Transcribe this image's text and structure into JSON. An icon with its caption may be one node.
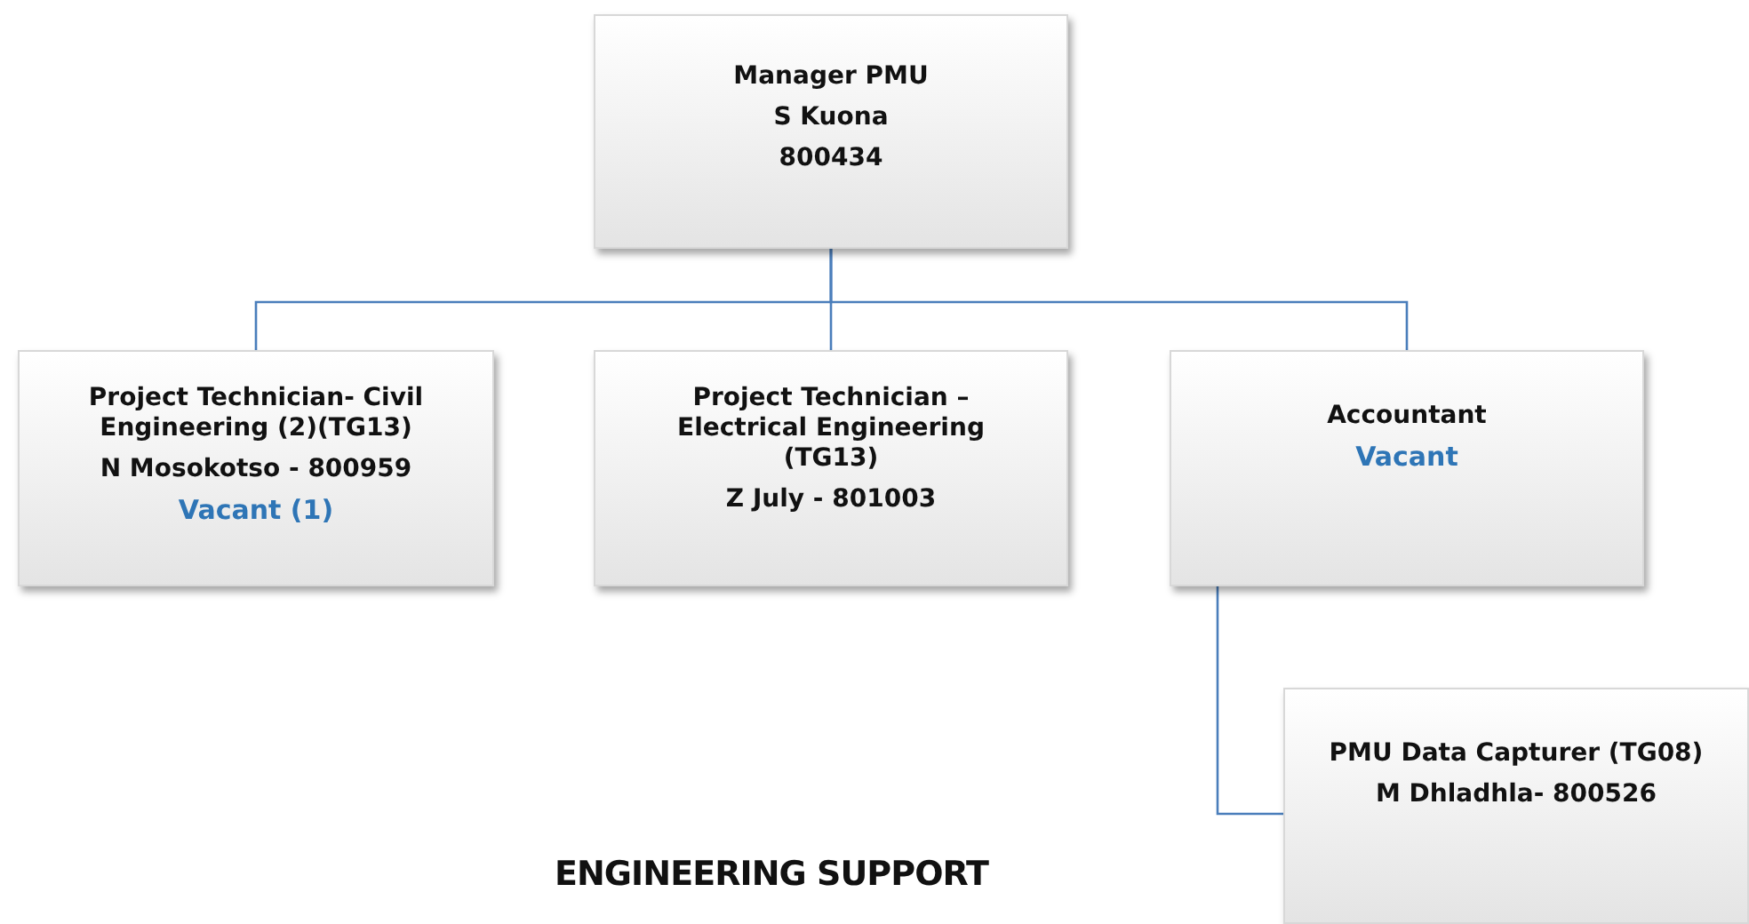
{
  "diagram": {
    "title": "ENGINEERING SUPPORT",
    "nodes": [
      {
        "text": [
          "Manager PMU",
          "S Kuona",
          "800434"
        ]
      },
      {
        "text": [
          "Project Technician- Civil Engineering (2)(TG13)",
          "N Mosokotso - 800959",
          "Vacant (1)"
        ]
      },
      {
        "text": [
          "Project Technician – Electrical Engineering (TG13)",
          "Z July - 801003"
        ]
      },
      {
        "text": [
          "Accountant",
          "Vacant"
        ]
      },
      {
        "text": [
          "PMU Data Capturer (TG08)",
          "M Dhladhla- 800526"
        ]
      }
    ],
    "edges": [
      {
        "from": 0,
        "to": 1,
        "arrow": "none"
      },
      {
        "from": 0,
        "to": 2,
        "arrow": "none"
      },
      {
        "from": 0,
        "to": 3,
        "arrow": "none"
      },
      {
        "from": 3,
        "to": 4,
        "arrow": "none"
      }
    ]
  }
}
